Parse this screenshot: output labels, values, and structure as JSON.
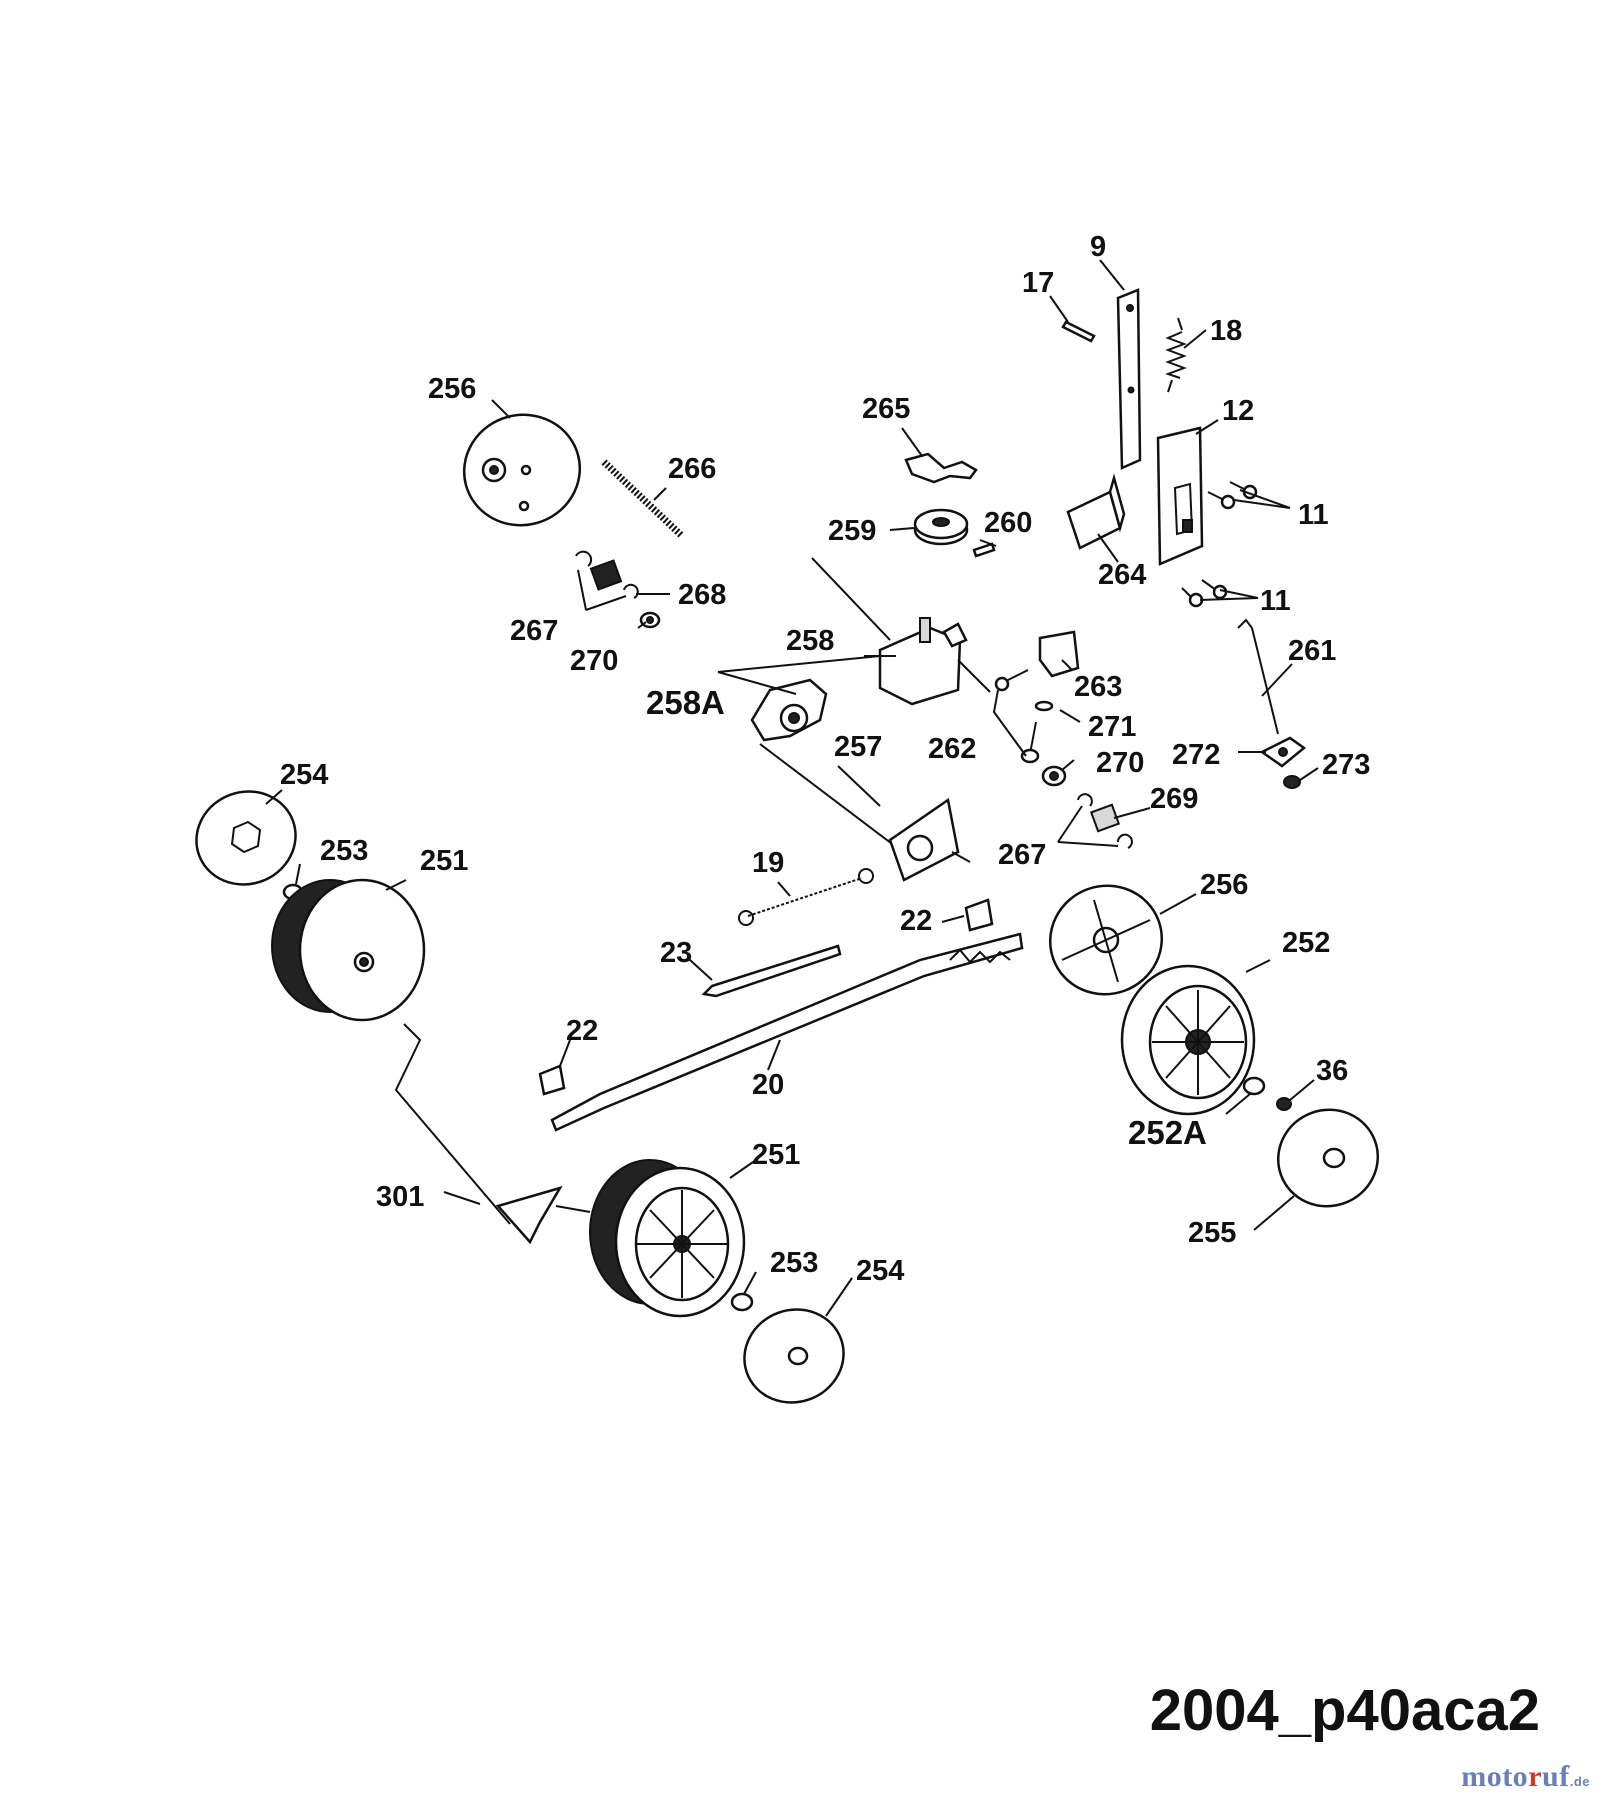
{
  "diagram": {
    "id_label": "2004_p40aca2",
    "brand": {
      "part1": "moto",
      "part2": "r",
      "part3": "uf",
      "tld": ".de"
    }
  },
  "callouts": {
    "c9": "9",
    "c17": "17",
    "c18": "18",
    "c12": "12",
    "c11a": "11",
    "c11b": "11",
    "c256a": "256",
    "c266": "266",
    "c265": "265",
    "c259": "259",
    "c260": "260",
    "c264": "264",
    "c268": "268",
    "c267a": "267",
    "c270a": "270",
    "c258": "258",
    "c258A": "258A",
    "c263": "263",
    "c261": "261",
    "c257": "257",
    "c262": "262",
    "c271": "271",
    "c270b": "270",
    "c272": "272",
    "c273": "273",
    "c269": "269",
    "c267b": "267",
    "c254a": "254",
    "c253a": "253",
    "c251a": "251",
    "c19": "19",
    "c22a": "22",
    "c256b": "256",
    "c252": "252",
    "c23": "23",
    "c22b": "22",
    "c20": "20",
    "c36": "36",
    "c252A": "252A",
    "c301": "301",
    "c251b": "251",
    "c255": "255",
    "c253b": "253",
    "c254b": "254"
  }
}
